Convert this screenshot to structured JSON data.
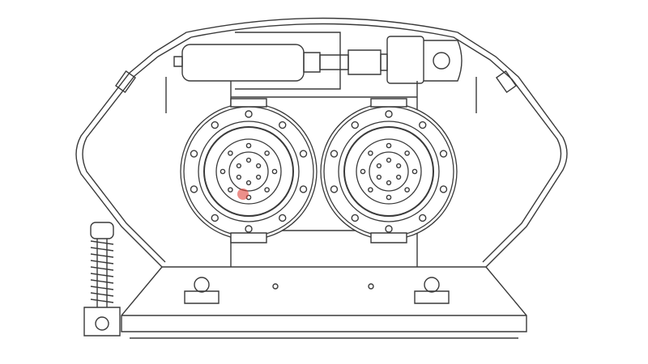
{
  "colors": {
    "background": "#ffffff",
    "line": "#3a3a3a",
    "accent": "#e0453c"
  },
  "rollers": [
    {
      "id": "left",
      "outer_bolts": 10,
      "inner_bolts": 8,
      "hub_bolts": 6
    },
    {
      "id": "right",
      "outer_bolts": 10,
      "inner_bolts": 8,
      "hub_bolts": 6
    }
  ]
}
